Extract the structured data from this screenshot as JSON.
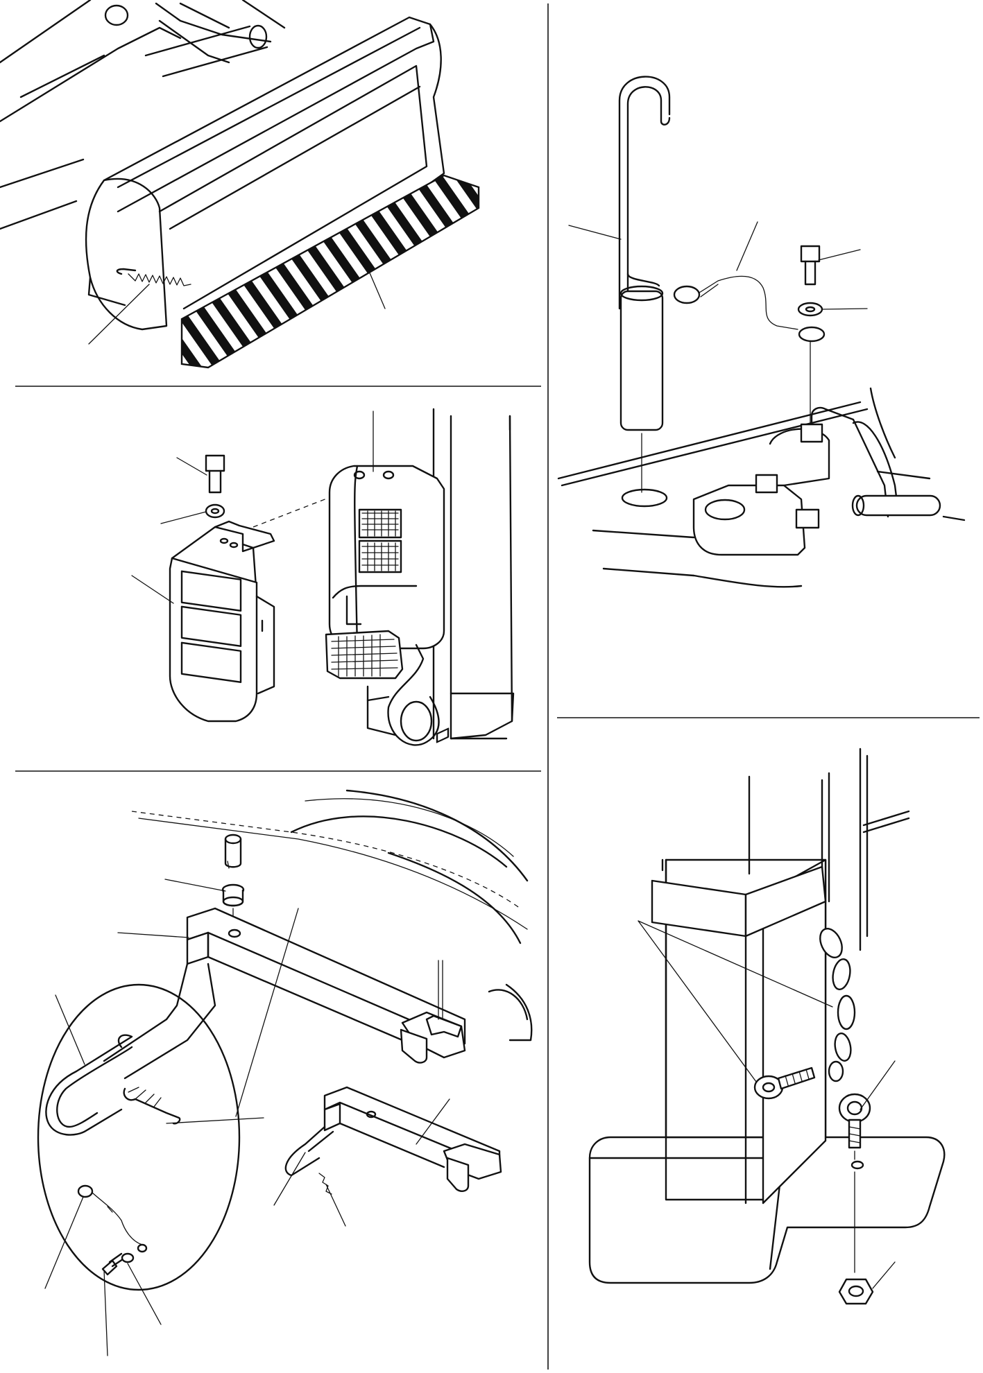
{
  "document": {
    "type": "parts illustration sheet",
    "panels": [
      {
        "id": "bucket-edge-guard",
        "callouts": 2
      },
      {
        "id": "pin-removal-hook",
        "callouts": 4
      },
      {
        "id": "lamp-guard",
        "callouts": 3
      },
      {
        "id": "mast-chain-anchor",
        "callouts": 3
      },
      {
        "id": "travel-lock-bar",
        "callouts": 10
      }
    ]
  },
  "colors": {
    "line": "#111111",
    "paper": "#ffffff",
    "hatch": "#111111"
  },
  "icons": [
    "leader-line",
    "hatched-stripe",
    "hex-bolt",
    "washer",
    "eye-bolt",
    "chain-link",
    "hex-nut",
    "hook-rod",
    "spring-pin"
  ]
}
